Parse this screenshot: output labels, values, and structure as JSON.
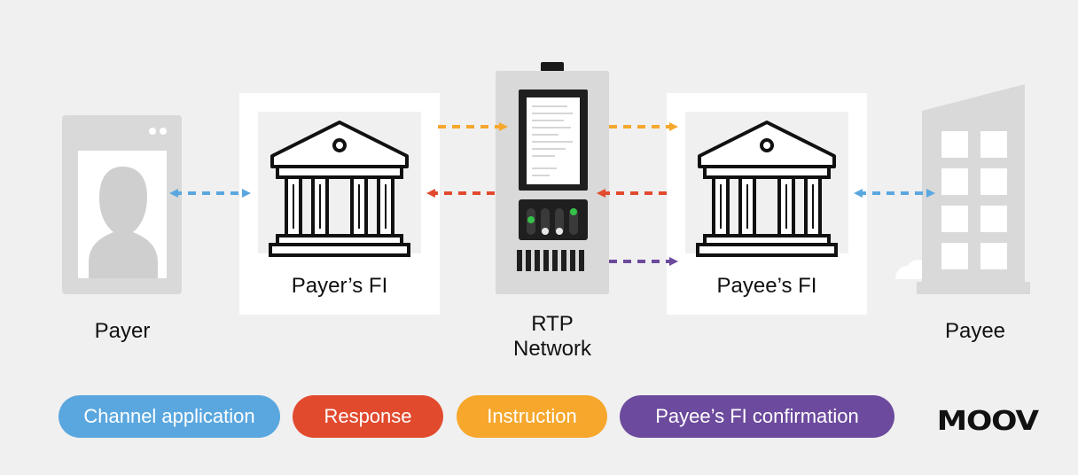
{
  "nodes": {
    "payer": "Payer",
    "payers_fi": "Payer’s FI",
    "rtp_network_line1": "RTP",
    "rtp_network_line2": "Network",
    "payees_fi": "Payee’s FI",
    "payee": "Payee"
  },
  "legend": [
    {
      "label": "Channel application",
      "color": "#5aa7df"
    },
    {
      "label": "Response",
      "color": "#e24a2e"
    },
    {
      "label": "Instruction",
      "color": "#f6a72c"
    },
    {
      "label": "Payee’s FI confirmation",
      "color": "#6c4a9d"
    }
  ],
  "logo": "MOOV"
}
